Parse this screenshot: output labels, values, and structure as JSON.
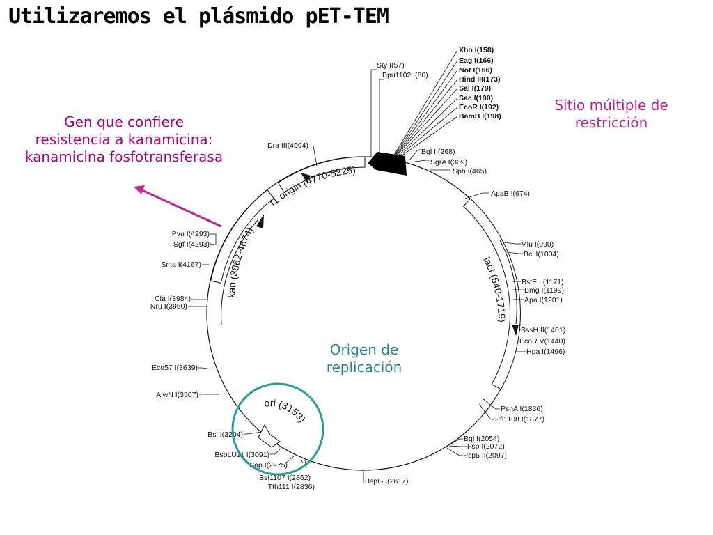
{
  "title": "Utilizaremos el plásmido pET-TEM",
  "colors": {
    "kan_annotation": "#b0007a",
    "mcs_annotation": "#c0248e",
    "ori_annotation": "#2a8a8a",
    "ori_circle": "#2a9d94"
  },
  "annotations": {
    "kan_lines": [
      "Gen que confiere",
      "resistencia a kanamicina:",
      "kanamicina fosfotransferasa"
    ],
    "mcs_lines": [
      "Sitio múltiple de",
      "restricción"
    ],
    "ori_lines": [
      "Origen de",
      "replicación"
    ]
  },
  "features": {
    "f1": "f1 origin (4770-5225)",
    "kan": "kan (3862-4674)",
    "laci": "lacI (640-1719)",
    "ori": "ori (3153)"
  },
  "mcs_sites": [
    "Xho I(158)",
    "Eag I(166)",
    "Not I(166)",
    "Hind III(173)",
    "Sal I(179)",
    "Sac I(190)",
    "EcoR I(192)",
    "BamH I(198)"
  ],
  "sites": {
    "sty": "Sty I(57)",
    "bpu": "Bpu1102 I(80)",
    "bgl2": "Bgl II(268)",
    "sgra": "SgrA I(309)",
    "sph": "Sph I(465)",
    "apab": "ApaB I(674)",
    "mlu": "Mlu I(990)",
    "bcl": "Bcl I(1004)",
    "bste": "BstE II(1171)",
    "bmg": "Bmg I(1199)",
    "apa": "Apa I(1201)",
    "bssh": "BssH II(1401)",
    "ecorv": "EcoR V(1440)",
    "hpa": "Hpa I(1496)",
    "psha": "PshA I(1836)",
    "pfl": "Pfl1108 I(1877)",
    "bgl1": "Bgl I(2054)",
    "fsp": "Fsp I(2072)",
    "psp5": "Psp5 II(2097)",
    "bspg": "BspG I(2617)",
    "tth": "Tth111 I(2836)",
    "bst1107": "Bst1107 I(2862)",
    "sap": "Sap I(2975)",
    "bsplu": "BspLU11 I(3091)",
    "bsi": "Bsi I(3204)",
    "alwn": "AlwN I(3507)",
    "eco57": "Eco57 I(3639)",
    "nru": "Nru I(3950)",
    "cla": "Cla I(3984)",
    "sma": "Sma I(4167)",
    "sgf": "Sgf I(4293)",
    "pvu": "Pvu I(4293)",
    "dra": "Dra III(4994)"
  }
}
